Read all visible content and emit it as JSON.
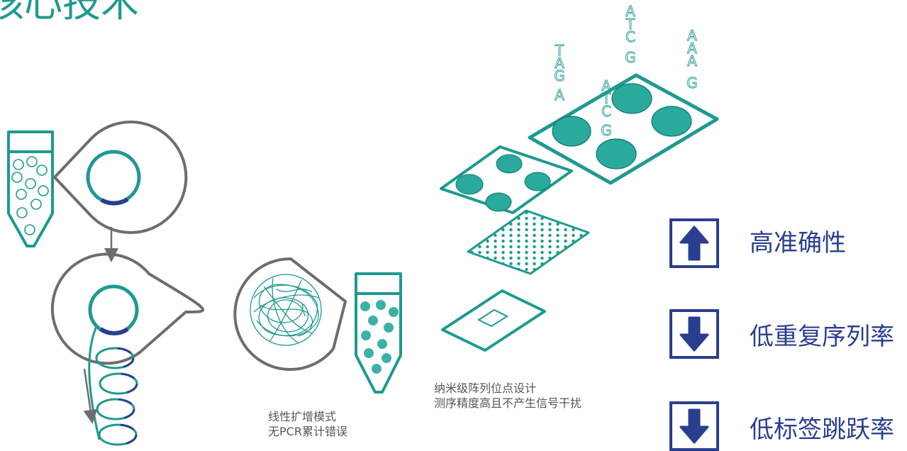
{
  "header": {
    "title": "核心技术"
  },
  "colors": {
    "teal": "#1e9a8f",
    "navy": "#2a3e8f",
    "gray": "#6d6d6d"
  },
  "dna_labels": [
    {
      "id": "col-taga",
      "letters": [
        "T",
        "A",
        "G",
        "A"
      ]
    },
    {
      "id": "col-atcg-top",
      "letters": [
        "A",
        "T",
        "C",
        "G"
      ]
    },
    {
      "id": "col-aaag",
      "letters": [
        "A",
        "A",
        "A",
        "G"
      ]
    },
    {
      "id": "col-atcg-mid",
      "letters": [
        "A",
        "T",
        "C",
        "G"
      ]
    }
  ],
  "captions": {
    "amplification": {
      "line1": "线性扩增模式",
      "line2": "无PCR累计错误"
    },
    "array": {
      "line1": "纳米级阵列位点设计",
      "line2": "测序精度高且不产生信号干扰"
    }
  },
  "advantages": [
    {
      "label": "高准确性",
      "icon": "arrow-up-icon"
    },
    {
      "label": "低重复序列率",
      "icon": "arrow-down-icon"
    },
    {
      "label": "低标签跳跃率",
      "icon": "arrow-down-icon"
    }
  ]
}
